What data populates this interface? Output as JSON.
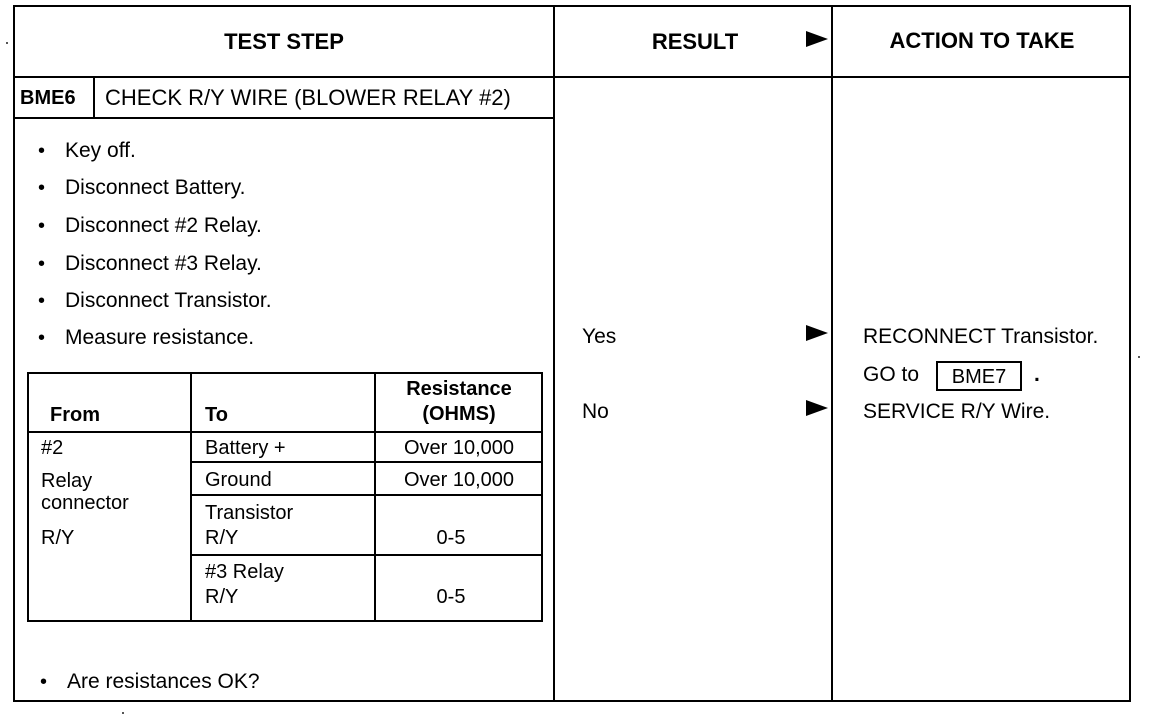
{
  "headers": {
    "test_step": "TEST STEP",
    "result": "RESULT",
    "action": "ACTION TO TAKE"
  },
  "step": {
    "id": "BME6",
    "title": "CHECK R/Y WIRE (BLOWER RELAY #2)"
  },
  "instructions": [
    "Key off.",
    "Disconnect Battery.",
    "Disconnect #2 Relay.",
    "Disconnect #3 Relay.",
    "Disconnect Transistor.",
    "Measure resistance."
  ],
  "resistance_table": {
    "headers": {
      "from": "From",
      "to": "To",
      "resistance_line1": "Resistance",
      "resistance_line2": "(OHMS)"
    },
    "from_lines": [
      "#2",
      "Relay",
      "connector",
      "R/Y"
    ],
    "rows": [
      {
        "to": [
          "Battery +"
        ],
        "value": "Over 10,000"
      },
      {
        "to": [
          "Ground"
        ],
        "value": "Over 10,000"
      },
      {
        "to": [
          "Transistor",
          "R/Y"
        ],
        "value": "0-5"
      },
      {
        "to": [
          "#3 Relay",
          "R/Y"
        ],
        "value": "0-5"
      }
    ]
  },
  "question": "Are resistances OK?",
  "results": {
    "yes": "Yes",
    "no": "No"
  },
  "actions": {
    "yes_line1": "RECONNECT Transistor.",
    "yes_line2_prefix": "GO to",
    "yes_goto_step": "BME7",
    "yes_line2_suffix": ".",
    "no_line1": "SERVICE R/Y Wire."
  },
  "bullet_glyph": "•"
}
